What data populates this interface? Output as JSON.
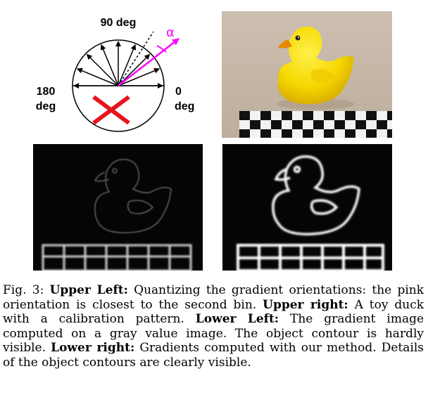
{
  "figure": {
    "diagram": {
      "label_90": "90 deg",
      "label_180_a": "180",
      "label_180_b": "deg",
      "label_0_a": "0",
      "label_0_b": "deg",
      "alpha": "α",
      "colors": {
        "orientation": "#ff00ff",
        "cross": "#e8141c",
        "lines": "#000000"
      },
      "bins": 8
    },
    "caption": {
      "fig_label": "Fig. 3:",
      "s1_bold": "Upper Left:",
      "s1_text": "Quantizing the gradient orientations: the pink orientation is closest to the second bin.",
      "s2_bold": "Upper right:",
      "s2_text": "A toy duck with a calibration pattern.",
      "s3_bold": "Lower Left:",
      "s3_text": "The gradient image computed on a gray value image. The object contour is hardly visible.",
      "s4_bold": "Lower right:",
      "s4_text": "Gradients computed with our method. Details of the object contours are clearly visible."
    }
  }
}
